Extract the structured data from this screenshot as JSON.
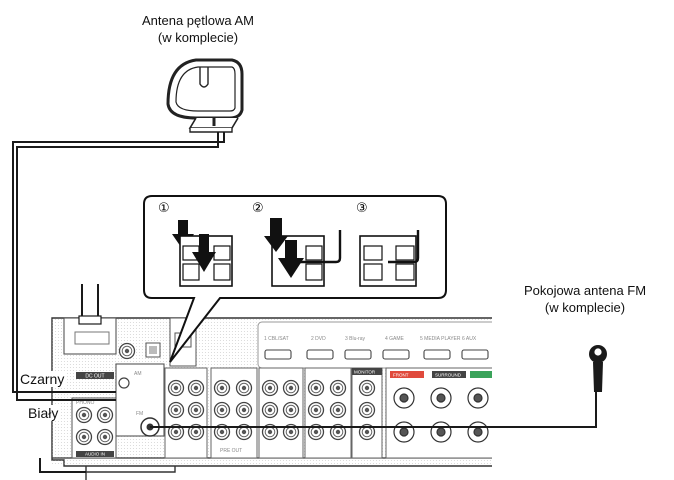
{
  "am_antenna": {
    "title_line1": "Antena pętlowa AM",
    "title_line2": "(w komplecie)"
  },
  "fm_antenna": {
    "title_line1": "Pokojowa antena FM",
    "title_line2": "(w komplecie)"
  },
  "wire_labels": {
    "black": "Czarny",
    "white": "Biały"
  },
  "steps": [
    "①",
    "②",
    "③"
  ],
  "panel_text": {
    "inputs": [
      "1 CBL/SAT",
      "2 DVD",
      "3 Blu-ray",
      "4 GAME",
      "5 MEDIA PLAYER",
      "6 AUX"
    ],
    "dc_out": "DC OUT",
    "am": "AM",
    "fm": "FM",
    "phono": "PHONO",
    "audio_in": "AUDIO IN",
    "pre_out": "PRE OUT",
    "monitor": "MONITOR",
    "front": "FRONT",
    "surround": "SURROUND"
  },
  "colors": {
    "line": "#1a1a1a",
    "panel_gray": "#cfcfcf",
    "red_badge": "#e04a3c",
    "green_badge": "#3aa35a"
  }
}
